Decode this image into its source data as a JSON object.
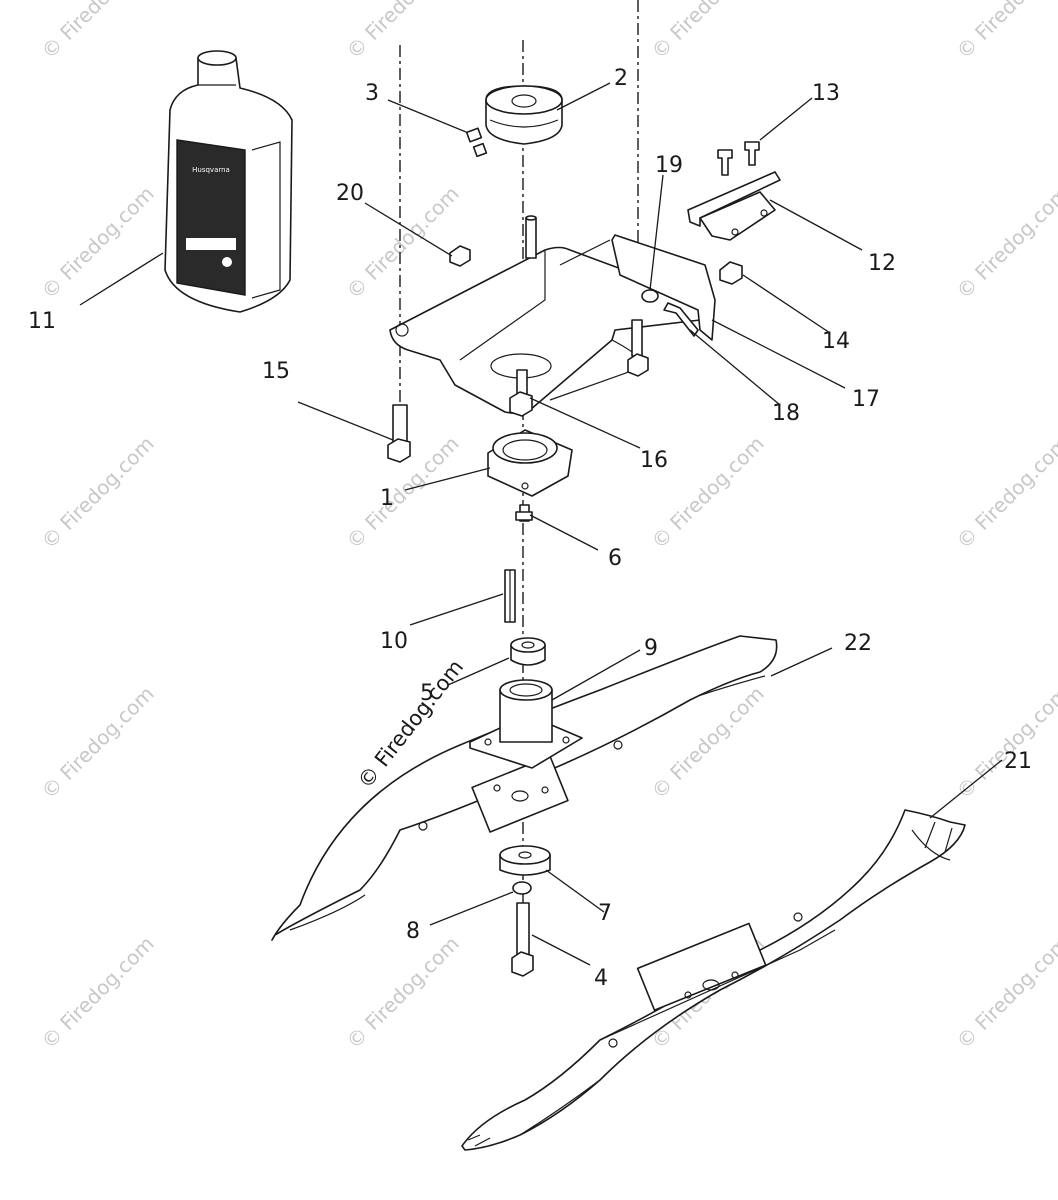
{
  "copyright": "© Firedog.com",
  "watermark": "© Firedog.com",
  "callouts": [
    "1",
    "2",
    "3",
    "4",
    "5",
    "6",
    "7",
    "8",
    "9",
    "10",
    "11",
    "12",
    "13",
    "14",
    "15",
    "16",
    "17",
    "18",
    "19",
    "20",
    "21",
    "22"
  ]
}
